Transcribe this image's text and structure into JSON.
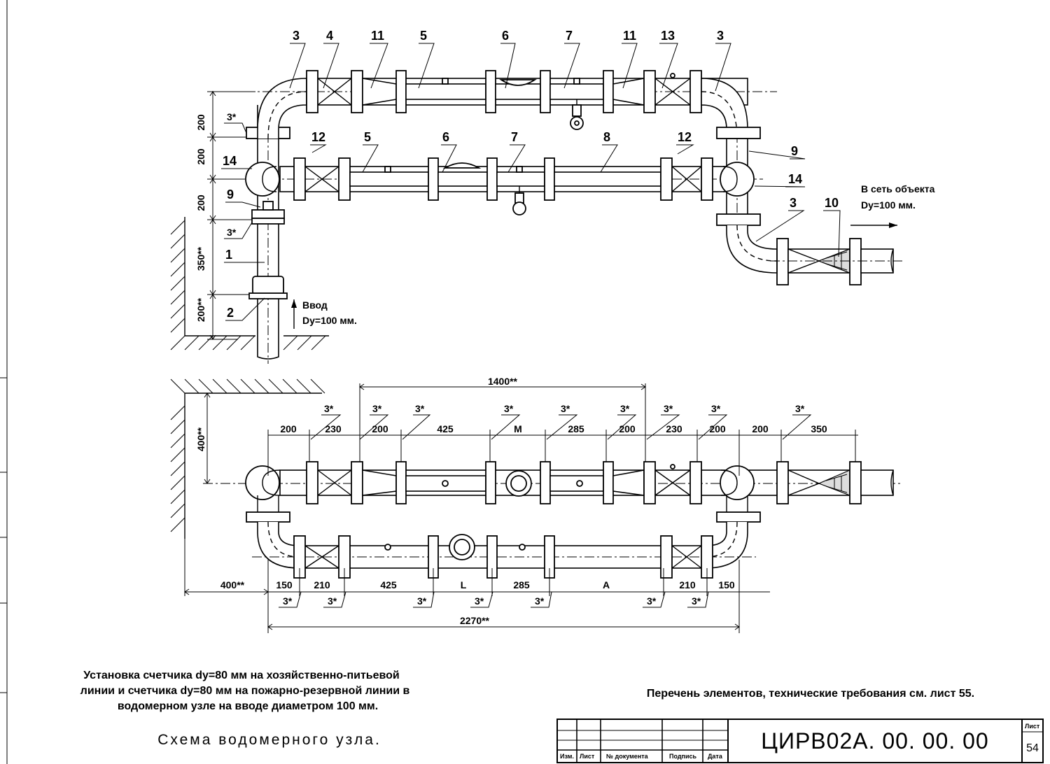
{
  "plan": {
    "callouts": [
      "3",
      "4",
      "11",
      "5",
      "6",
      "7",
      "11",
      "13",
      "3",
      "12",
      "5",
      "6",
      "7",
      "8",
      "12",
      "14",
      "14",
      "9",
      "9",
      "3",
      "10",
      "1",
      "2"
    ],
    "dims": [
      "200",
      "200",
      "200",
      "350**",
      "200**"
    ],
    "stars": [
      "3*",
      "3*"
    ],
    "inlet": {
      "label": "Ввод",
      "dn": "Dy=100 мм."
    },
    "outlet": {
      "label": "В сеть объекта",
      "dn": "Dy=100 мм."
    }
  },
  "elevation": {
    "top_overall": "1400**",
    "top_dims": [
      "200",
      "230",
      "200",
      "425",
      "M",
      "285",
      "200",
      "230",
      "200",
      "200",
      "350"
    ],
    "top_stars": [
      "3*",
      "3*",
      "3*",
      "3*",
      "3*",
      "3*",
      "3*",
      "3*",
      "3*"
    ],
    "wall_dim": "400**",
    "bottom_dims": [
      "400**",
      "150",
      "210",
      "425",
      "L",
      "285",
      "A",
      "210",
      "150"
    ],
    "bottom_stars": [
      "3*",
      "3*",
      "3*",
      "3*",
      "3*",
      "3*",
      "3*"
    ],
    "overall": "2270**"
  },
  "notes": {
    "description": [
      "Установка счетчика dy=80 мм на хозяйственно-питьевой",
      "линии и счетчика dy=80 мм на пожарно-резервной линии в",
      "водомерном узле на вводе диаметром 100 мм."
    ],
    "reference": "Перечень элементов, технические требования см. лист 55.",
    "title": "Схема водомерного узла."
  },
  "title_block": {
    "code": "ЦИРВ02А. 00. 00. 00",
    "sheet_label": "Лист",
    "sheet_number": "54",
    "columns": [
      "Изм.",
      "Лист",
      "№ документа",
      "Подпись",
      "Дата"
    ]
  }
}
